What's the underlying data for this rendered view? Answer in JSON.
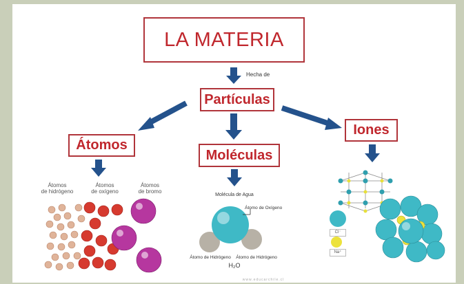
{
  "title": "LA MATERIA",
  "hecha_de": "Hecha de",
  "particulas": "Partículas",
  "atomos": "Átomos",
  "moleculas": "Moléculas",
  "iones": "Iones",
  "atom_labels": {
    "hidrogeno": [
      "Átomos",
      "de hidrógeno"
    ],
    "oxigeno": [
      "Átomos",
      "de oxígeno"
    ],
    "bromo": [
      "Átomos",
      "de bromo"
    ]
  },
  "molecule": {
    "title": "Molécula de Agua",
    "oxygen_label": "Átomo de Oxígeno",
    "hydrogen_left": "Átomo de Hidrógeno",
    "hydrogen_right": "Átomo de Hidrógeno",
    "formula": "H₂O"
  },
  "ions": {
    "chloride": "Cl⁻",
    "sodium": "Na⁺"
  },
  "watermark": "www.educarchile.cl",
  "colors": {
    "box_border": "#b0343a",
    "box_text": "#c0272d",
    "arrow": "#24528c",
    "background": "#c9cfb9"
  }
}
